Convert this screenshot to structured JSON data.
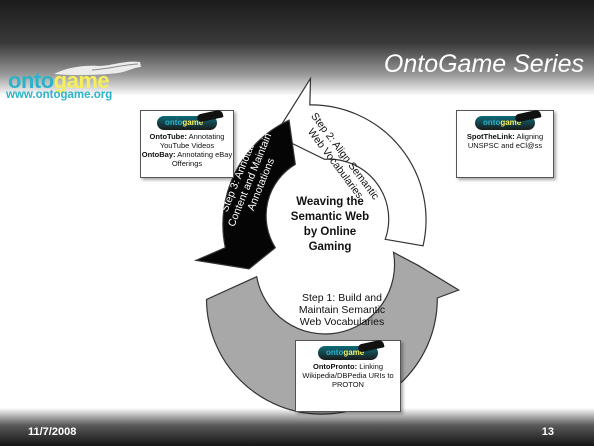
{
  "slide": {
    "title": "OntoGame Series",
    "date": "11/7/2008",
    "page_number": "13"
  },
  "logo": {
    "word_part1": "onto",
    "word_part2": "game",
    "url": "www.ontogame.org"
  },
  "cycle": {
    "center_lines": [
      "Weaving the",
      "Semantic Web",
      "by Online Gaming"
    ],
    "step1_lines": [
      "Step 1: Build and",
      "Maintain Semantic",
      "Web Vocabularies"
    ],
    "step2_lines": [
      "Step 2: Align Semantic",
      "Web Vocabularies"
    ],
    "step3_lines": [
      "Step 3: Annotate",
      "Content and Maintain",
      "Annotations"
    ]
  },
  "boxes": {
    "top_left": {
      "logo_a": "onto",
      "logo_b": "game",
      "game1_name": "OntoTube:",
      "game1_desc": "Annotating YouTube Videos",
      "game2_name": "OntoBay:",
      "game2_desc": "Annotating eBay Offerings"
    },
    "top_right": {
      "logo_a": "onto",
      "logo_b": "game",
      "game1_name": "SpotTheLink:",
      "game1_desc": "Aligning UNSPSC and eCl@ss"
    },
    "bottom": {
      "logo_a": "onto",
      "logo_b": "game",
      "game1_name": "OntoPronto:",
      "game1_desc": "Linking Wikipedia/DBPedia URIs to PROTON"
    }
  },
  "colors": {
    "step1_arrow": "#a8a8a8",
    "step2_arrow": "#ffffff",
    "step3_arrow": "#050505",
    "logo_teal": "#2db3c9",
    "logo_yellow": "#f6ef5a"
  }
}
